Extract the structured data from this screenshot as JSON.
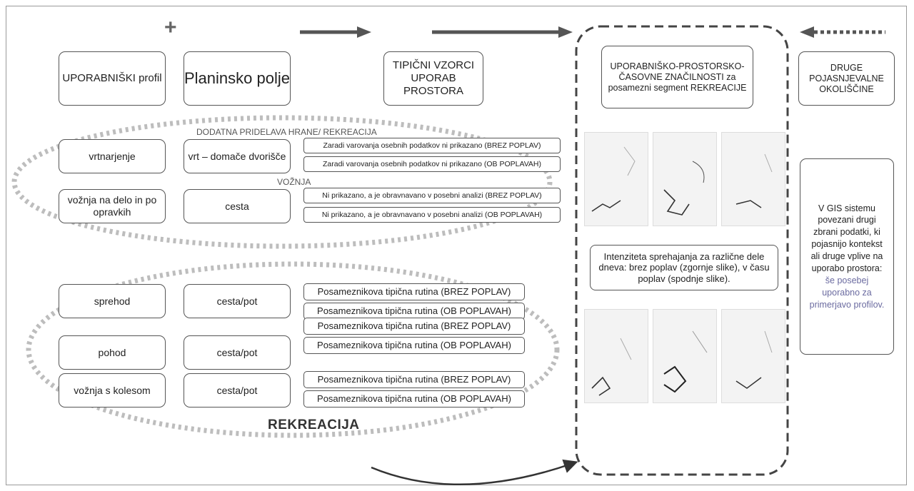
{
  "headers": {
    "plus": "+",
    "user_profile": "UPORABNIŠKI profil",
    "area": "Planinsko polje",
    "patterns": "TIPIČNI VZORCI UPORAB PROSTORA",
    "characteristics": "UPORABNIŠKO-PROSTORSKO-ČASOVNE ZNAČILNOSTI za posamezni segment REKREACIJE",
    "other": "DRUGE POJASNJEVALNE OKOLIŠČINE"
  },
  "group_labels": {
    "food": "DODATNA PRIDELAVA HRANE/ REKREACIJA",
    "driving": "VOŽNJA",
    "recreation": "REKREACIJA"
  },
  "rows": [
    {
      "activity": "vrtnarjenje",
      "place": "vrt – domače dvorišče",
      "patterns": [
        "Zaradi varovanja osebnih podatkov ni prikazano (BREZ POPLAV)",
        "Zaradi varovanja osebnih podatkov ni prikazano (OB POPLAVAH)"
      ]
    },
    {
      "activity": "vožnja na delo in po opravkih",
      "place": "cesta",
      "patterns": [
        "Ni prikazano, a je obravnavano v posebni analizi (BREZ POPLAV)",
        "Ni prikazano, a je obravnavano v posebni analizi (OB POPLAVAH)"
      ]
    },
    {
      "activity": "sprehod",
      "place": "cesta/pot",
      "patterns": [
        "Posameznikova tipična rutina (BREZ POPLAV)",
        "Posameznikova tipična rutina (OB POPLAVAH)"
      ]
    },
    {
      "activity": "pohod",
      "place": "cesta/pot",
      "patterns": [
        "Posameznikova tipična rutina (BREZ POPLAV)",
        "Posameznikova tipična rutina (OB POPLAVAH)"
      ]
    },
    {
      "activity": "vožnja s kolesom",
      "place": "cesta/pot",
      "patterns": [
        "Posameznikova tipična rutina (BREZ POPLAV)",
        "Posameznikova tipična rutina (OB POPLAVAH)"
      ]
    }
  ],
  "map_caption": "Intenziteta sprehajanja za različne dele dneva: brez poplav (zgornje slike), v času poplav (spodnje slike).",
  "gis_note": {
    "text": "V GIS sistemu povezani drugi zbrani podatki, ki pojasnijo kontekst ali druge vplive na uporabo prostora:",
    "highlight": "še posebej uporabno za primerjavo profilov."
  },
  "colors": {
    "border": "#555555",
    "arrow": "#555555",
    "dotted": "#bdbdbd",
    "highlight": "#6b6ba0"
  }
}
